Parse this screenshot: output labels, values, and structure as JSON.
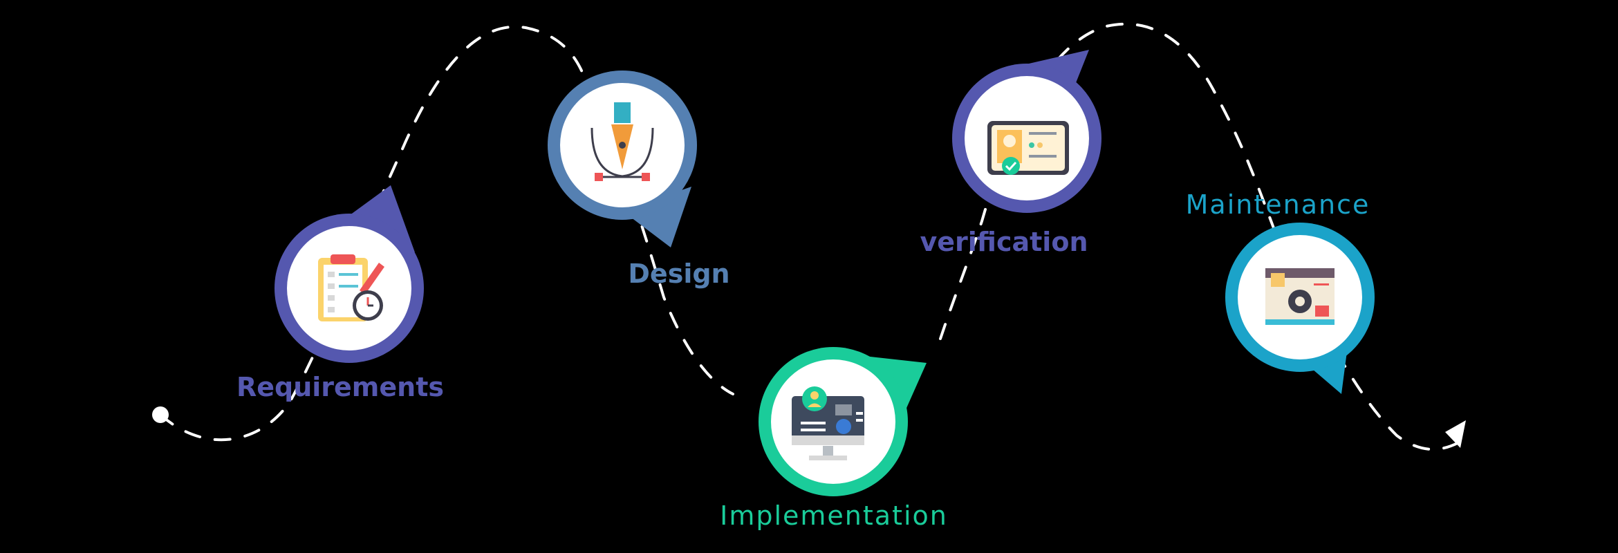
{
  "colors": {
    "background": "#000000",
    "path": "#FFFFFF",
    "requirements": "#5558AF",
    "design": "#5580B2",
    "implementation": "#1ACC9A",
    "verification": "#5558AF",
    "maintenance": "#1BA3C9",
    "icon_bg": "#FFFFFF"
  },
  "stages": [
    {
      "id": "requirements",
      "label": "Requirements",
      "icon": "clipboard-checklist-icon"
    },
    {
      "id": "design",
      "label": "Design",
      "icon": "pen-nib-icon"
    },
    {
      "id": "implementation",
      "label": "Implementation",
      "icon": "computer-monitor-icon"
    },
    {
      "id": "verification",
      "label": "verification",
      "icon": "id-card-check-icon"
    },
    {
      "id": "maintenance",
      "label": "Maintenance",
      "icon": "browser-gear-icon"
    }
  ]
}
